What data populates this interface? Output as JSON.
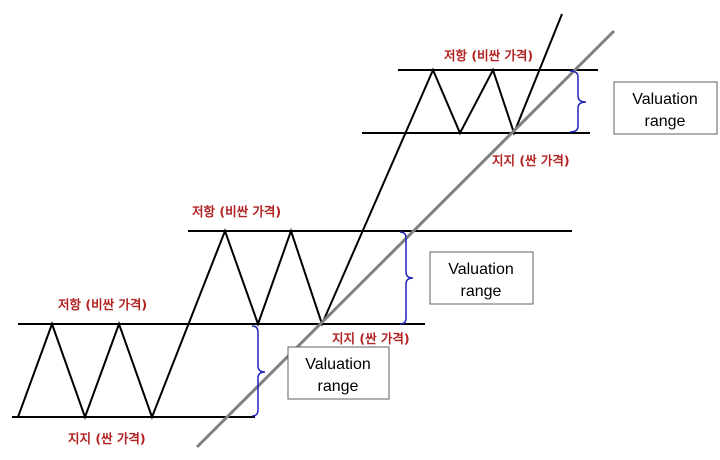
{
  "colors": {
    "label": "#b22222",
    "brace": "#1f24b8",
    "trend": "#808080",
    "line": "#000000"
  },
  "zones": [
    {
      "resistance_label": "저항 (비싼 가격)",
      "support_label": "지지 (싼 가격)",
      "box_line1": "Valuation",
      "box_line2": "range"
    },
    {
      "resistance_label": "저항 (비싼 가격)",
      "support_label": "지지 (싼 가격)",
      "box_line1": "Valuation",
      "box_line2": "range"
    },
    {
      "resistance_label": "저항 (비싼 가격)",
      "support_label": "지지 (싼 가격)",
      "box_line1": "Valuation",
      "box_line2": "range"
    }
  ]
}
